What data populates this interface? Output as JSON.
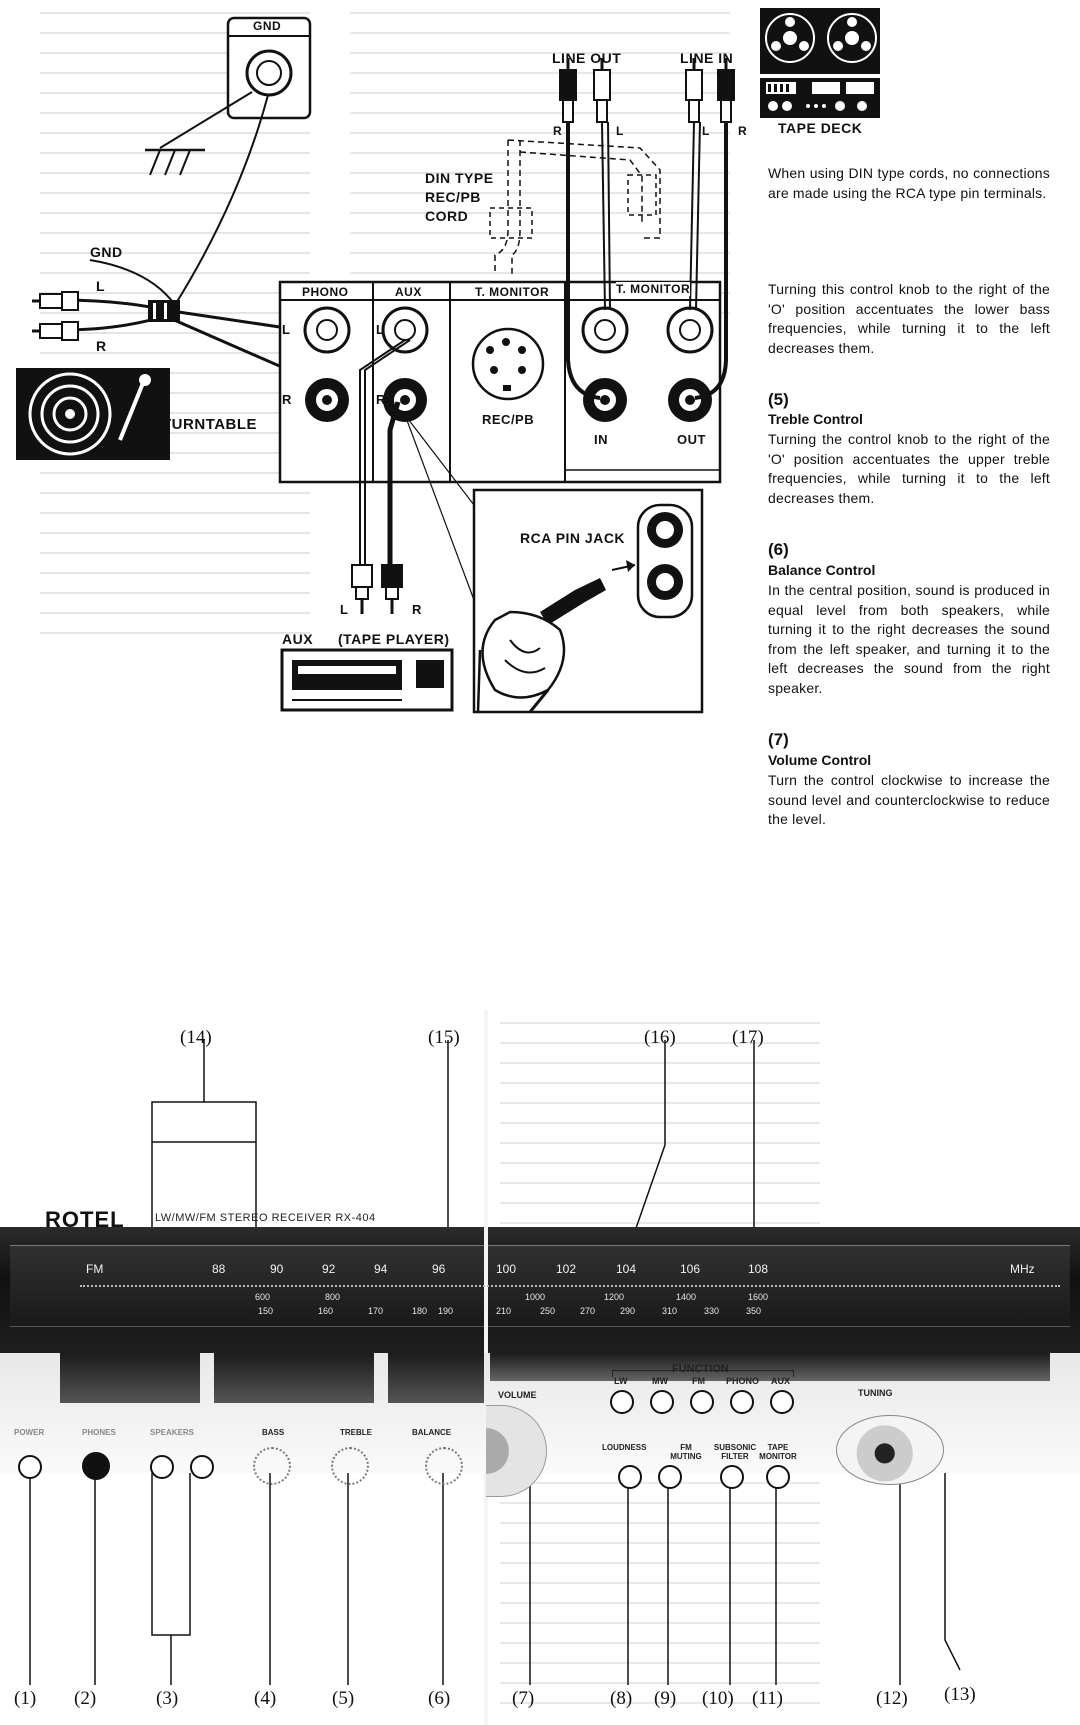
{
  "connection_diagram": {
    "gnd_box": "GND",
    "gnd_wire": "GND",
    "turntable": "TURNTABLE",
    "turntable_wire_l": "L",
    "turntable_wire_r": "R",
    "din_cord": [
      "DIN TYPE",
      "REC/PB",
      "CORD"
    ],
    "line_out": "LINE OUT",
    "line_in": "LINE IN",
    "tape_deck": "TAPE DECK",
    "plug_r_1": "R",
    "plug_l_1": "L",
    "plug_l_2": "L",
    "plug_r_2": "R",
    "panel": {
      "phono": "PHONO",
      "aux": "AUX",
      "t_monitor": "T. MONITOR",
      "t_monitor_2": "T. MONITOR",
      "phono_l": "L",
      "phono_r": "R",
      "aux_l": "L",
      "aux_r": "R",
      "rec_pb": "REC/PB",
      "in": "IN",
      "out": "OUT"
    },
    "rca_pin_jack": "RCA PIN JACK",
    "aux_cable_l": "L",
    "aux_cable_r": "R",
    "aux_device": "AUX",
    "tape_player": "(TAPE PLAYER)"
  },
  "notes": {
    "din_note": "When using DIN type cords, no connections are made using the RCA type pin terminals.",
    "bass_text": "Turning this control knob to the right of the 'O' position accentuates the lower bass frequencies, while turning it to the left decreases them.",
    "treble_num": "(5)",
    "treble_head": "Treble Control",
    "treble_text": "Turning the control knob to the right of the 'O' position accentuates the upper treble frequencies, while turning it to the left decreases them.",
    "balance_num": "(6)",
    "balance_head": "Balance Control",
    "balance_text": "In the central position, sound is produced in equal level from both speakers, while turning it to the right decreases the sound from the left speaker, and turning it to the left decreases the sound from the right speaker.",
    "volume_num": "(7)",
    "volume_head": "Volume Control",
    "volume_text": "Turn the control clockwise to increase the sound level and counterclockwise to reduce the level."
  },
  "receiver": {
    "brand": "ROTEL",
    "model": "LW/MW/FM STEREO RECEIVER  RX-404",
    "fm_label": "FM",
    "mhz": "MHz",
    "fm_scale": [
      "88",
      "90",
      "92",
      "94",
      "96",
      "100",
      "102",
      "104",
      "106",
      "108"
    ],
    "mw_scale": [
      "600",
      "800",
      "1000",
      "1200",
      "1400",
      "1600"
    ],
    "lw_scale": [
      "150",
      "160",
      "170",
      "180",
      "190",
      "210",
      "250",
      "270",
      "290",
      "310",
      "330",
      "350"
    ],
    "function_label": "FUNCTION",
    "function_buttons": [
      "LW",
      "MW",
      "FM",
      "PHONO",
      "AUX"
    ],
    "lower_buttons": [
      "LOUDNESS",
      "FM MUTING",
      "SUBSONIC FILTER",
      "TAPE MONITOR"
    ],
    "left_controls": [
      "POWER",
      "PHONES",
      "SPEAKERS",
      "BASS",
      "TREBLE",
      "BALANCE"
    ],
    "volume_label": "VOLUME",
    "tuning_label": "TUNING"
  },
  "callouts": {
    "top": [
      "(14)",
      "(15)",
      "(16)",
      "(17)"
    ],
    "bottom": [
      "(1)",
      "(2)",
      "(3)",
      "(4)",
      "(5)",
      "(6)",
      "(7)",
      "(8)",
      "(9)",
      "(10)",
      "(11)",
      "(12)",
      "(13)"
    ]
  },
  "colors": {
    "ink": "#111111",
    "paper": "#ffffff",
    "faded": "#b9b9b9",
    "panel_dark": "#1a1a1a"
  }
}
